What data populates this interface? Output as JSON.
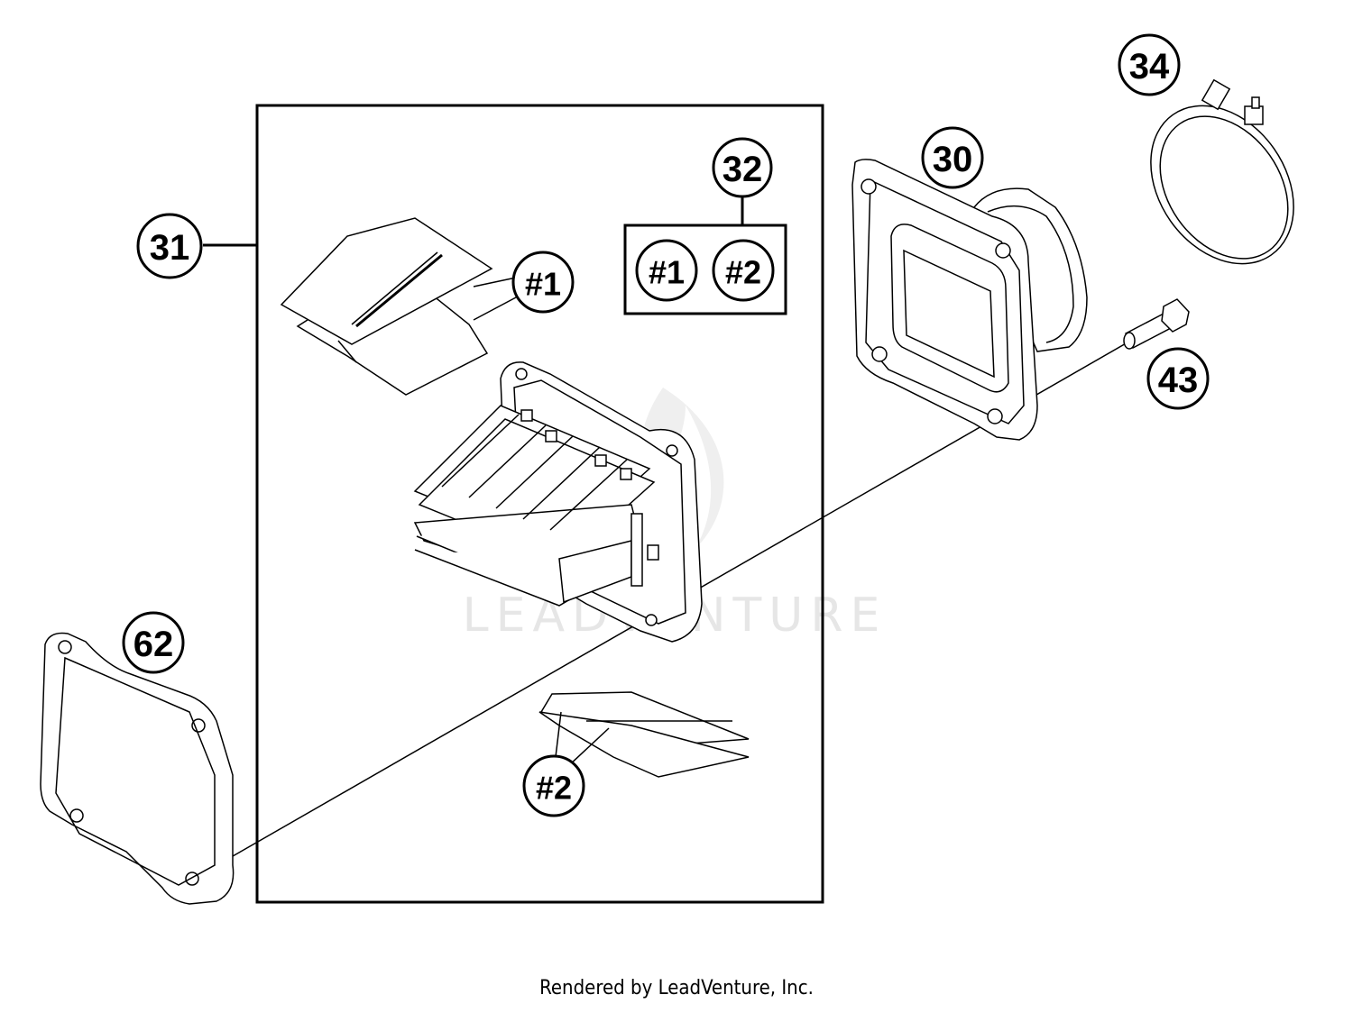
{
  "callouts": {
    "c30": "30",
    "c31": "31",
    "c32": "32",
    "c34": "34",
    "c43": "43",
    "c62": "62",
    "r1_top": "#1",
    "r1_kit": "#1",
    "r2_kit": "#2",
    "r2_bottom": "#2"
  },
  "watermark": "LEADVENTURE",
  "footer": "Rendered by LeadVenture, Inc."
}
